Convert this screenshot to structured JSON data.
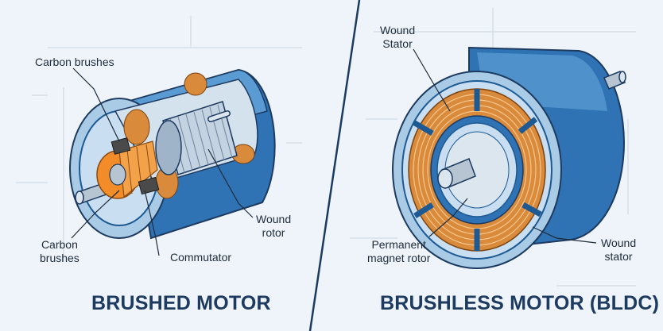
{
  "colors": {
    "background": "#eef4f9",
    "blue_dark": "#1d5a93",
    "blue_mid": "#3b82c4",
    "blue_light": "#a9cbe6",
    "copper": "#d98a3a",
    "orange": "#f28c28",
    "steel": "#b7c5d3",
    "brush": "#4a4a4a",
    "title": "#1d3a60"
  },
  "left": {
    "title": "BRUSHED MOTOR",
    "labels": {
      "carbon_brushes_top": "Carbon brushes",
      "carbon_brushes_bottom_line1": "Carbon",
      "carbon_brushes_bottom_line2": "brushes",
      "commutator": "Commutator",
      "wound_rotor_line1": "Wound",
      "wound_rotor_line2": "rotor"
    }
  },
  "right": {
    "title": "BRUSHLESS MOTOR (BLDC)",
    "labels": {
      "wound_stator_top_line1": "Wound",
      "wound_stator_top_line2": "Stator",
      "permanent_magnet_line1": "Permanent",
      "permanent_magnet_line2": "magnet rotor",
      "wound_stator_bottom_line1": "Wound",
      "wound_stator_bottom_line2": "stator"
    }
  }
}
